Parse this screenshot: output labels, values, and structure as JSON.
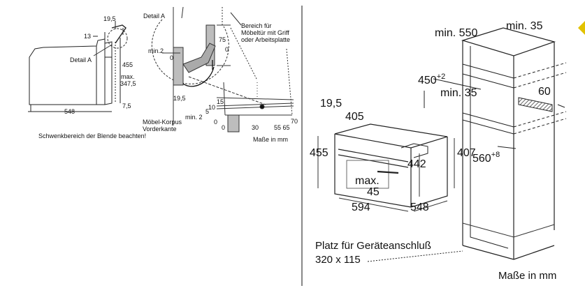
{
  "left_panel": {
    "detail_title": "Detail A",
    "detail_a_label": "Detail A",
    "area_label_lines": [
      "Bereich für",
      "Möbeltür mit Griff",
      "oder Arbeitsplatte"
    ],
    "cabinet_label_lines": [
      "Möbel-Korpus",
      "Vorderkante"
    ],
    "swing_note": "Schwenkbereich der Blende beachten!",
    "units": "Maße in mm",
    "dims": {
      "d19_5": "19,5",
      "d13": "13",
      "d455": "455",
      "d_max": "max.",
      "d347_5": "347,5",
      "d7_5": "7,5",
      "d548": "548",
      "d_min2": "min.2",
      "d0": "0",
      "d75": "75",
      "d0b": "0",
      "d19_5b": "19,5",
      "d15": "15",
      "d10": "10",
      "d5": "5",
      "d_min2b": "min. 2",
      "d0c": "0",
      "d0d": "0",
      "d30": "30",
      "d55_65": "55 65",
      "d70": "70"
    }
  },
  "right_panel": {
    "dims": {
      "min550": "min. 550",
      "min35_top": "min. 35",
      "d450": "450",
      "d450_sup": "+2",
      "min35_mid": "min. 35",
      "d60": "60",
      "d19_5": "19,5",
      "d405": "405",
      "d455": "455",
      "d442": "442",
      "d407": "407",
      "d560": "560",
      "d560_sup": "+8",
      "max_label": "max.",
      "max_val": "45",
      "d594": "594",
      "d548": "548"
    },
    "connection_label_lines": [
      "Platz für Geräteanschluß",
      "320 x 115"
    ],
    "units": "Maße in mm"
  },
  "colors": {
    "line": "#111111",
    "marker": "#e2c200"
  }
}
